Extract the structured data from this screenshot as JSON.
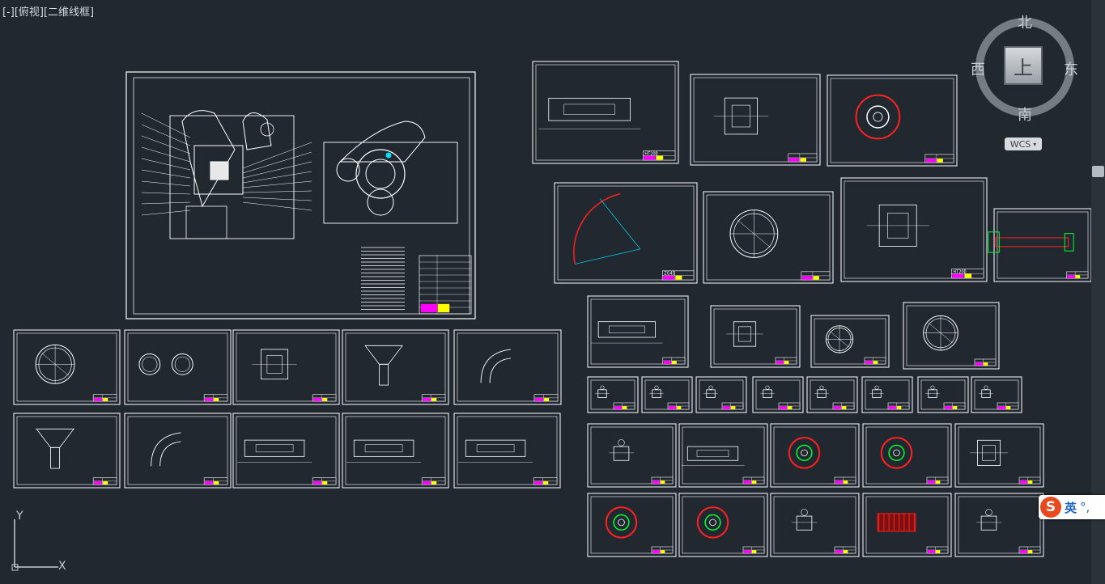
{
  "viewport": {
    "label": "[-][俯视][二维线框]"
  },
  "viewcube": {
    "face_label": "上",
    "north": "北",
    "south": "南",
    "west": "西",
    "east": "东",
    "wcs_label": "WCS"
  },
  "ucs": {
    "y_label": "Y",
    "x_label": "X"
  },
  "ime": {
    "logo": "S",
    "language": "英",
    "punctuation": "°,"
  },
  "colors": {
    "background": "#212830",
    "sheet": "#ffffff",
    "accent_magenta": "#ff00ff",
    "accent_red": "#ff2020",
    "accent_green": "#00ff33",
    "accent_cyan": "#00e0ff",
    "accent_yellow": "#ffff00"
  },
  "drawing": {
    "sheet_labels": [
      "HT200",
      "ZG45",
      "HT200"
    ]
  }
}
